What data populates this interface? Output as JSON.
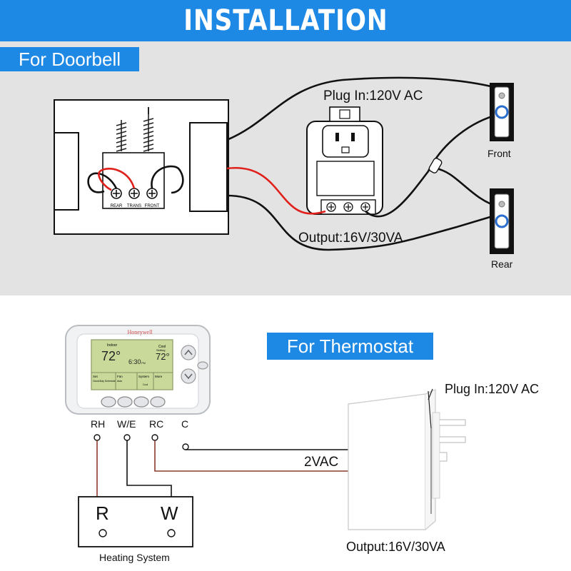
{
  "header": {
    "title": "INSTALLATION"
  },
  "doorbell": {
    "section_label": "For Doorbell",
    "plug_label": "Plug In:120V AC",
    "output_label": "Output:16V/30VA",
    "chime_terminals": [
      "REAR",
      "TRANS",
      "FRONT"
    ],
    "front_button_label": "Front",
    "rear_button_label": "Rear"
  },
  "thermostat": {
    "section_label": "For Thermostat",
    "brand": "Honeywell",
    "display": {
      "indoor_label": "Indoor",
      "indoor_temp": "72°",
      "time": "6:30",
      "time_suffix": "PM",
      "cool_label": "Cool",
      "setting_label": "Setting",
      "set_temp": "72°",
      "menu_set": "Set",
      "menu_set_sub": "Clock/Day Schedule",
      "menu_fan": "Fan",
      "menu_fan_sub": "Auto",
      "menu_system": "System",
      "menu_system_sub": "Cool",
      "menu_more": "More"
    },
    "terminals": [
      "RH",
      "W/E",
      "RC",
      "C"
    ],
    "plug_label": "Plug In:120V AC",
    "voltage_label": "2VAC",
    "output_label": "Output:16V/30VA",
    "heating_terminals": [
      "R",
      "W"
    ],
    "heating_label": "Heating System"
  },
  "colors": {
    "accent": "#1e88e5",
    "panel": "#e3e3e3",
    "wire_red": "#e0201b",
    "wire_brown": "#8b3a2f"
  }
}
